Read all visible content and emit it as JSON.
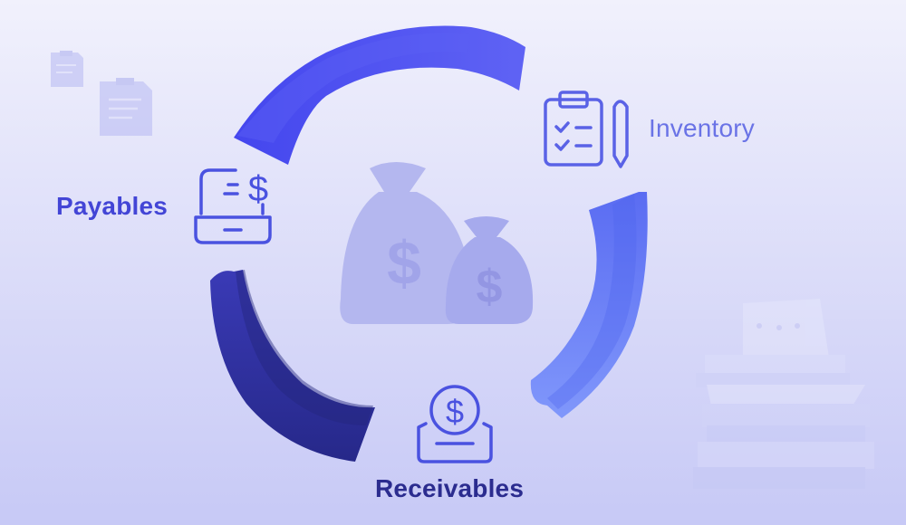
{
  "colors": {
    "background_top": "#f1f1fc",
    "background_bottom": "#c7c9f6",
    "arc_top": "#4f50f0",
    "arc_right": "#6b7ff7",
    "arc_bottom": "#2e2f9e",
    "label_payables": "#4345d6",
    "label_inventory": "#6a73e6",
    "label_receivables": "#2b2c8f",
    "icon_stroke": "#4a52e0",
    "faded": "#b9bcf0"
  },
  "cycle": {
    "nodes": [
      {
        "label": "Payables",
        "icon": "laptop-dollar-icon"
      },
      {
        "label": "Inventory",
        "icon": "clipboard-checklist-icon"
      },
      {
        "label": "Receivables",
        "icon": "coin-deposit-icon"
      }
    ],
    "center_icon": "money-bags-icon",
    "decorations": [
      "documents-icon",
      "paper-stack-icon"
    ]
  }
}
